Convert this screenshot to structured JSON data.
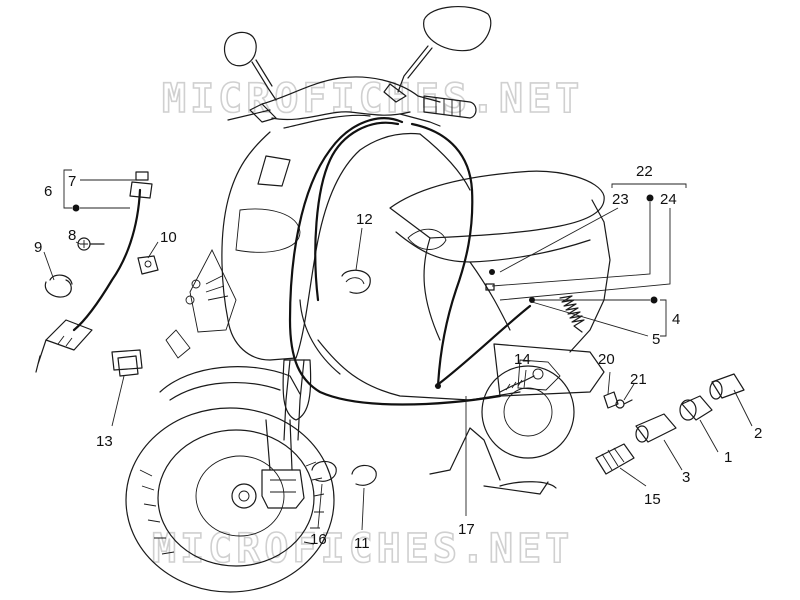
{
  "watermark": "MICROFICHES.NET",
  "callouts": [
    "1",
    "2",
    "3",
    "4",
    "5",
    "6",
    "7",
    "8",
    "9",
    "10",
    "11",
    "12",
    "13",
    "14",
    "15",
    "16",
    "17",
    "20",
    "21",
    "22",
    "23",
    "24"
  ]
}
